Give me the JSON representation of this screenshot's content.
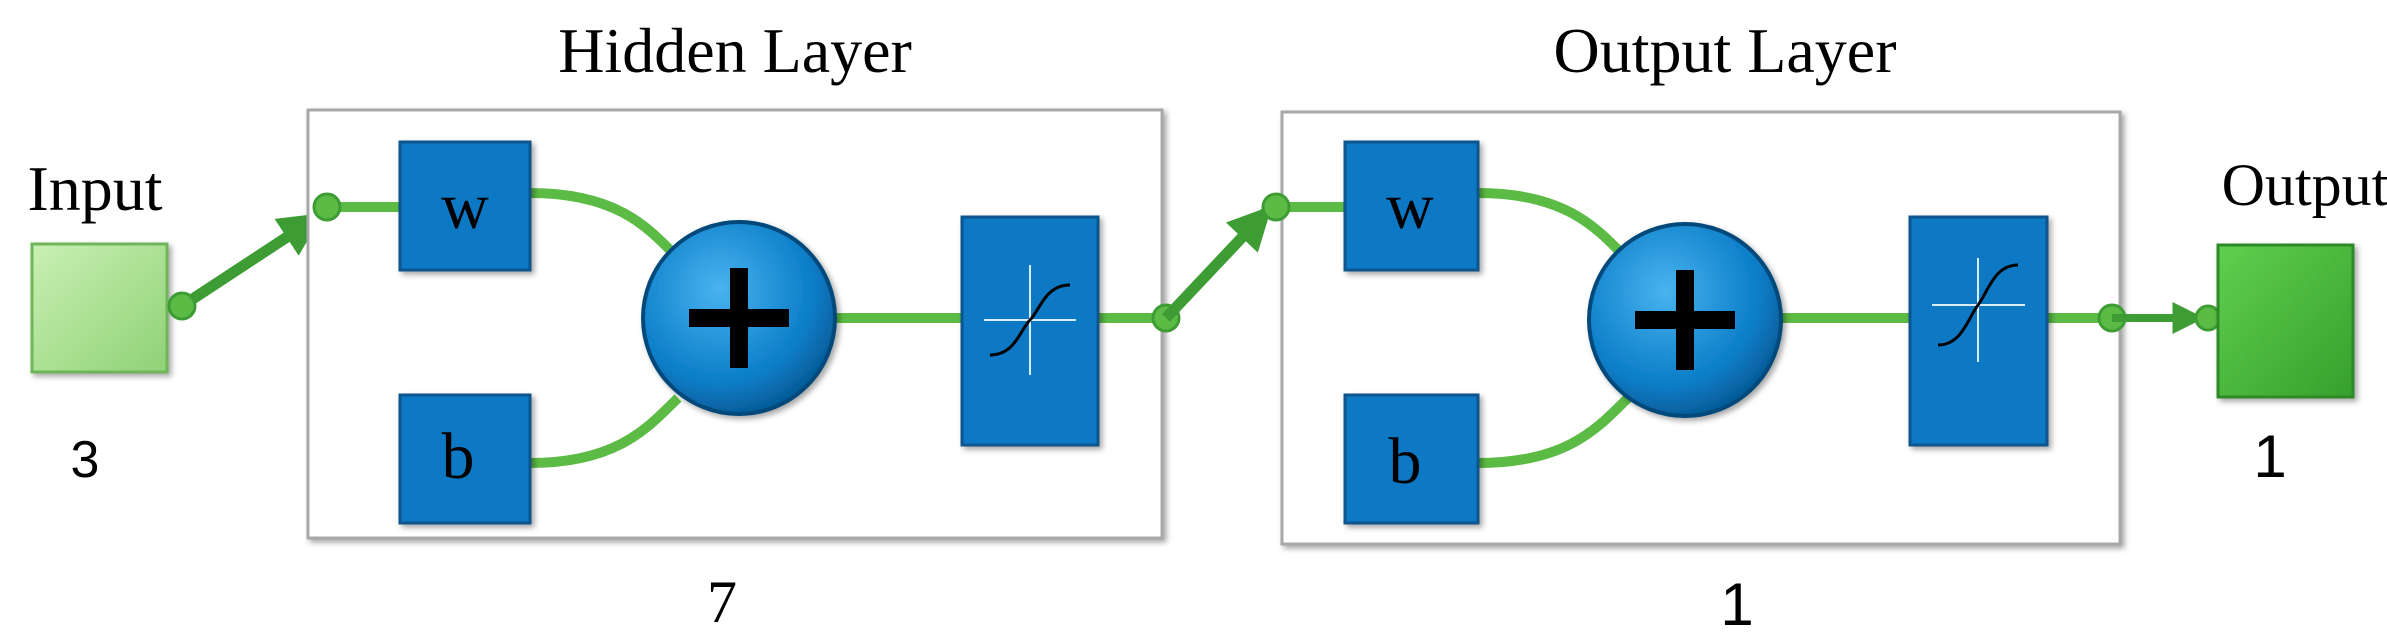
{
  "input": {
    "label": "Input",
    "size": "3"
  },
  "hidden_layer": {
    "title": "Hidden Layer",
    "weight_label": "w",
    "bias_label": "b",
    "size": "7"
  },
  "output_layer": {
    "title": "Output Layer",
    "weight_label": "w",
    "bias_label": "b",
    "size": "1"
  },
  "output": {
    "label": "Output",
    "size": "1"
  },
  "colors": {
    "wire_green": "#5cbb45",
    "node_green_dark": "#3e9c34",
    "input_box": "#a9df8f",
    "output_box": "#4fbc41",
    "block_blue": "#0a78c3",
    "layer_frame": "#a8a8a8"
  },
  "icons": {
    "summation": "plus-circle-icon",
    "transfer": "sigmoid-transfer-icon"
  }
}
